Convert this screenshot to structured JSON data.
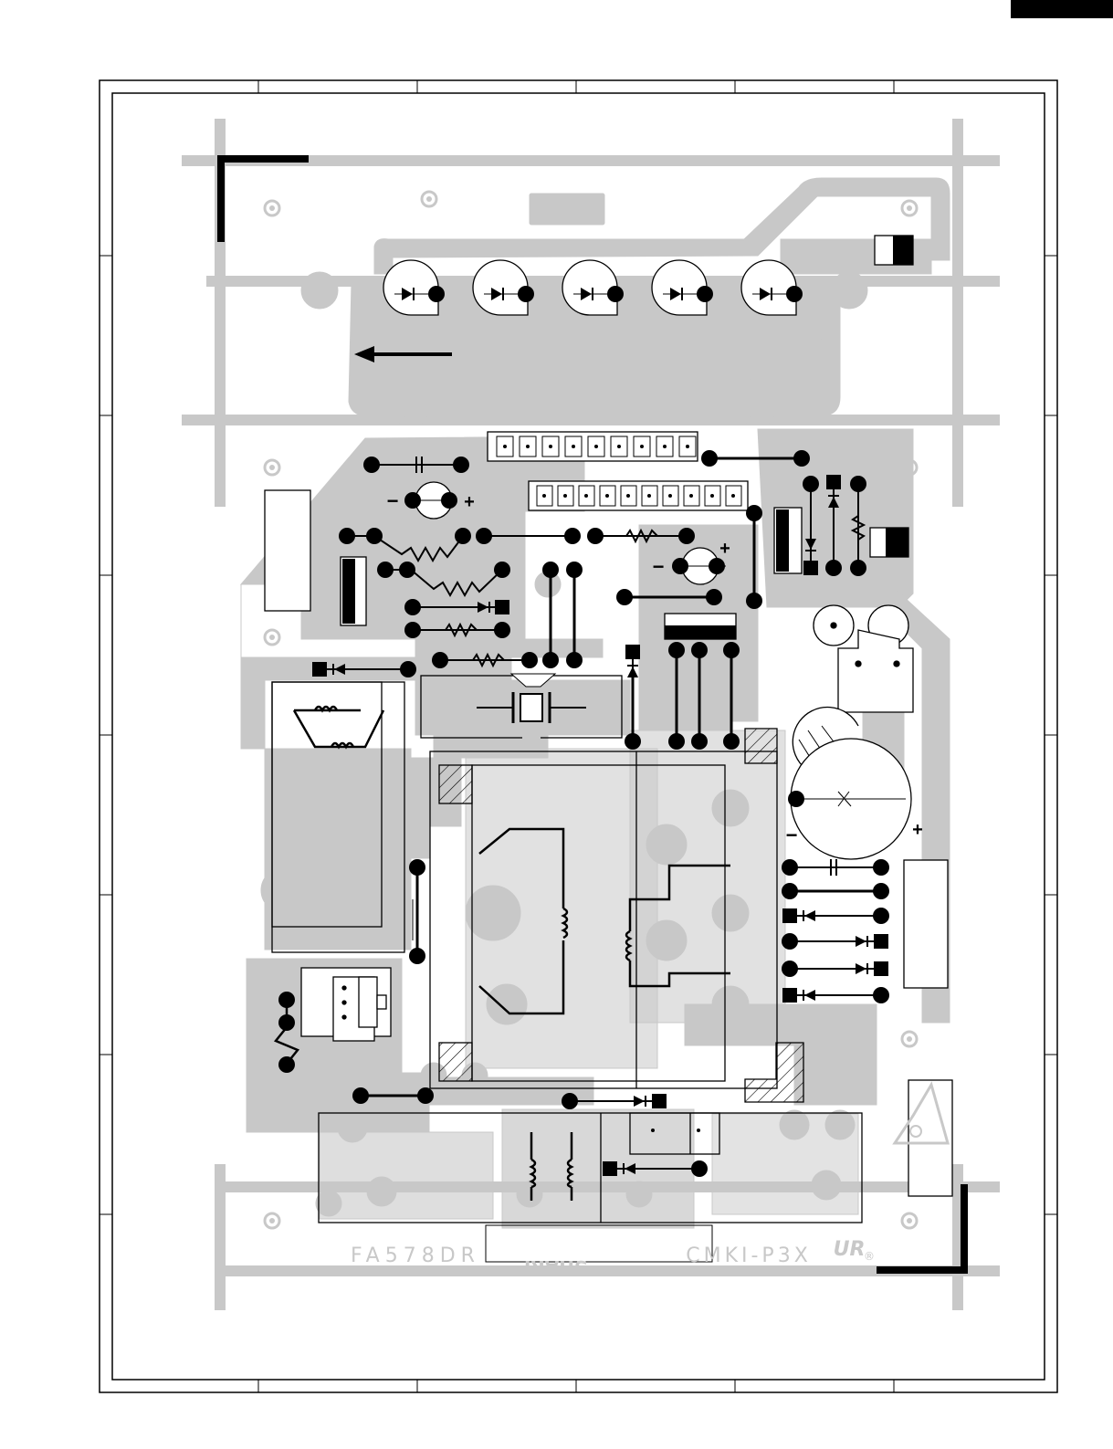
{
  "colors": {
    "copper": "#c8c8c8",
    "component": "#000000",
    "frame": "#000000",
    "background": "#ffffff"
  },
  "silkscreen": {
    "top_board": {
      "brand": "SHARP",
      "part_number": "FA578DR",
      "board_code": "CMKI-P3X",
      "cert_mark": "UR"
    },
    "bottom_board": {
      "brand": "SHARP",
      "part_number": "FA578DR",
      "board_code": "CMKI-P3X",
      "cert_mark": "UR"
    }
  },
  "polarity": {
    "plus": "+",
    "minus": "−"
  },
  "icons": [
    "diode-icon",
    "resistor-icon",
    "capacitor-icon",
    "electrolytic-capacitor-icon",
    "inductor-icon",
    "crystal-icon",
    "mounting-hole-icon",
    "warning-triangle-icon"
  ]
}
